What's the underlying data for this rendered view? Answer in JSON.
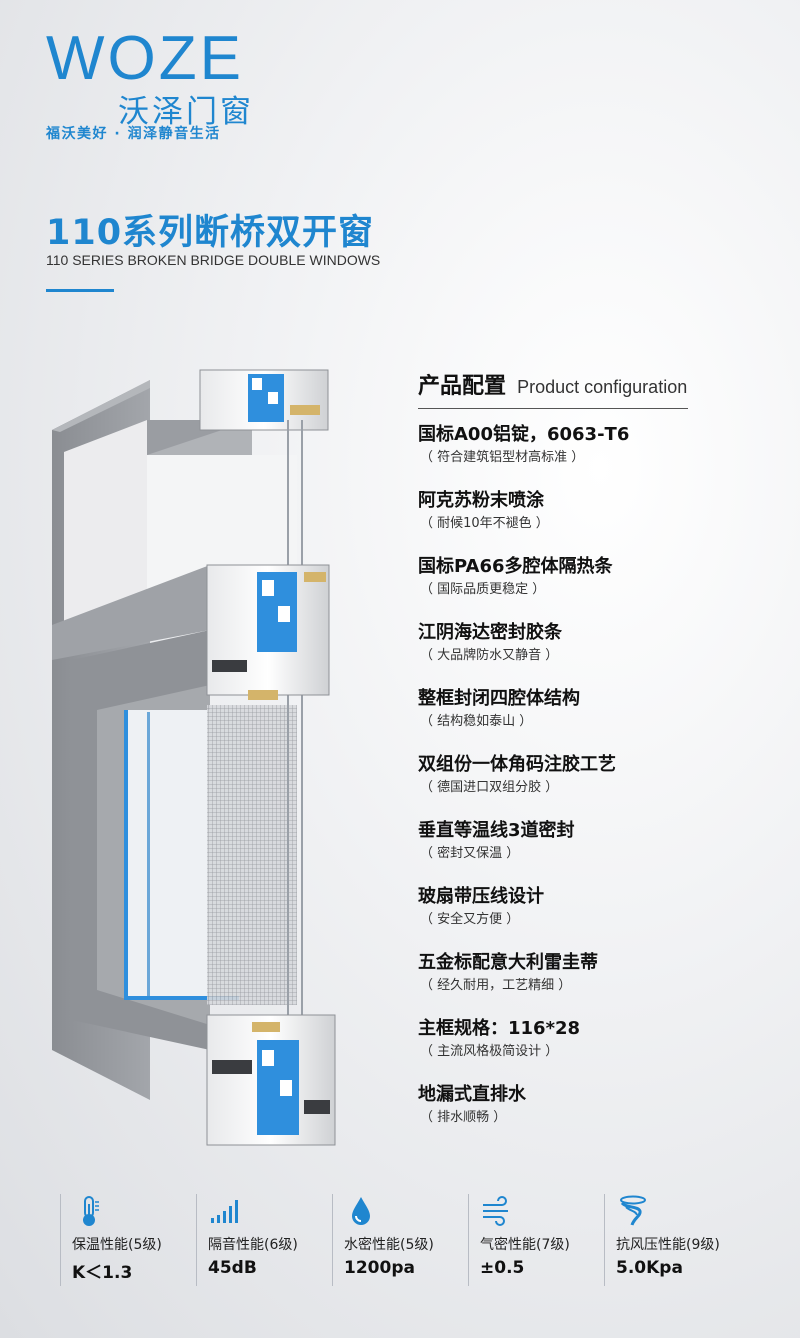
{
  "brand": {
    "logo_word": "WOZE",
    "logo_cn": "沃泽门窗",
    "slogan": "福沃美好 · 润泽静音生活",
    "accent_color": "#1f86cf"
  },
  "title": {
    "cn": "110系列断桥双开窗",
    "en": "110 SERIES BROKEN BRIDGE DOUBLE WINDOWS"
  },
  "config": {
    "heading_cn": "产品配置",
    "heading_en": "Product configuration",
    "items": [
      {
        "title": "国标A00铝锭，6063-T6",
        "sub": "（ 符合建筑铝型材高标准 ）"
      },
      {
        "title": "阿克苏粉末喷涂",
        "sub": "（ 耐候10年不褪色 ）"
      },
      {
        "title": "国标PA66多腔体隔热条",
        "sub": "（ 国际品质更稳定 ）"
      },
      {
        "title": "江阴海达密封胶条",
        "sub": "（ 大品牌防水又静音 ）"
      },
      {
        "title": "整框封闭四腔体结构",
        "sub": "（ 结构稳如泰山 ）"
      },
      {
        "title": "双组份一体角码注胶工艺",
        "sub": "（ 德国进口双组分胶 ）"
      },
      {
        "title": "垂直等温线3道密封",
        "sub": "（ 密封又保温 ）"
      },
      {
        "title": "玻扇带压线设计",
        "sub": "（ 安全又方便 ）"
      },
      {
        "title": "五金标配意大利雷圭蒂",
        "sub": "（ 经久耐用，工艺精细 ）"
      },
      {
        "title": "主框规格：116*28",
        "sub": "（ 主流风格极简设计 ）"
      },
      {
        "title": "地漏式直排水",
        "sub": "（ 排水顺畅 ）"
      }
    ]
  },
  "specs": [
    {
      "icon": "thermometer-icon",
      "label": "保温性能(5级)",
      "value": "K＜1.3"
    },
    {
      "icon": "signal-bars-icon",
      "label": "隔音性能(6级)",
      "value": "45dB"
    },
    {
      "icon": "water-drop-icon",
      "label": "水密性能(5级)",
      "value": "1200pa"
    },
    {
      "icon": "wind-icon",
      "label": "气密性能(7级)",
      "value": "±0.5"
    },
    {
      "icon": "tornado-icon",
      "label": "抗风压性能(9级)",
      "value": "5.0Kpa"
    }
  ]
}
